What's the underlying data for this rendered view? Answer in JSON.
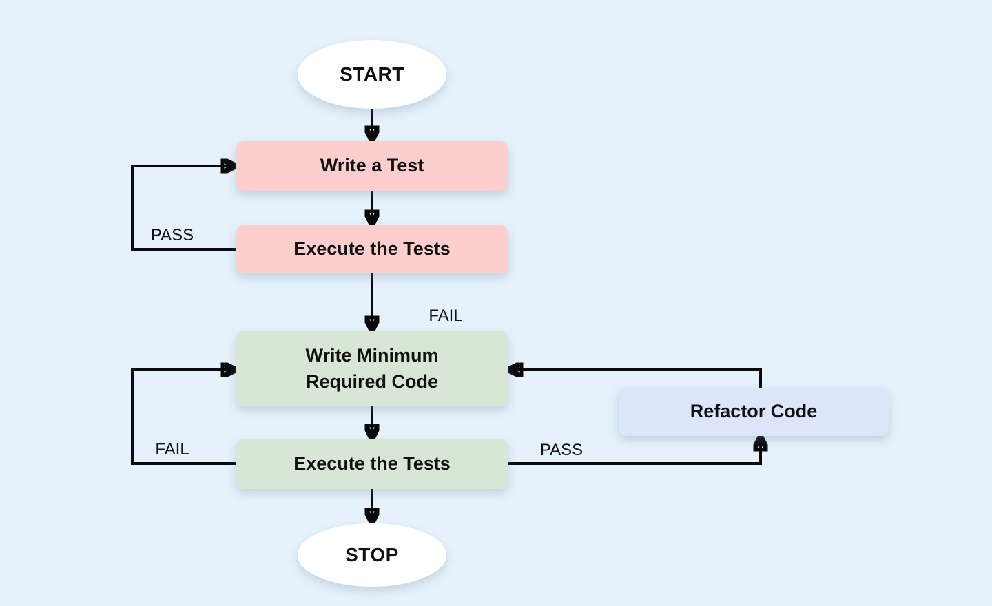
{
  "colors": {
    "background": "#e5f2fb",
    "line": "#0a0a0a",
    "text": "#111111",
    "terminal-fill": "#ffffff",
    "pink-fill": "#fccfce",
    "green-fill": "#d8e7d5",
    "lavender-fill": "#dce5f9"
  },
  "diagram": {
    "type": "flowchart",
    "nodes": {
      "start": {
        "label": "START",
        "shape": "ellipse"
      },
      "write_test": {
        "label": "Write a Test",
        "shape": "rect",
        "fill": "#fccfce"
      },
      "execute_tests_1": {
        "label": "Execute the Tests",
        "shape": "rect",
        "fill": "#fccfce"
      },
      "write_min_code": {
        "label": "Write Minimum Required Code",
        "shape": "rect",
        "fill": "#d8e7d5"
      },
      "execute_tests_2": {
        "label": "Execute the Tests",
        "shape": "rect",
        "fill": "#d8e7d5"
      },
      "refactor": {
        "label": "Refactor Code",
        "shape": "rect",
        "fill": "#dce5f9"
      },
      "stop": {
        "label": "STOP",
        "shape": "ellipse"
      }
    },
    "edges": [
      {
        "from": "start",
        "to": "write_test",
        "label": ""
      },
      {
        "from": "write_test",
        "to": "execute_tests_1",
        "label": ""
      },
      {
        "from": "execute_tests_1",
        "to": "write_test",
        "label": "PASS"
      },
      {
        "from": "execute_tests_1",
        "to": "write_min_code",
        "label": "FAIL"
      },
      {
        "from": "write_min_code",
        "to": "execute_tests_2",
        "label": ""
      },
      {
        "from": "execute_tests_2",
        "to": "write_min_code",
        "label": "FAIL"
      },
      {
        "from": "execute_tests_2",
        "to": "refactor",
        "label": "PASS"
      },
      {
        "from": "refactor",
        "to": "write_min_code",
        "label": ""
      },
      {
        "from": "execute_tests_2",
        "to": "stop",
        "label": ""
      }
    ],
    "edge_labels": {
      "pass_top": "PASS",
      "fail_top": "FAIL",
      "fail_bottom": "FAIL",
      "pass_bottom": "PASS"
    }
  }
}
